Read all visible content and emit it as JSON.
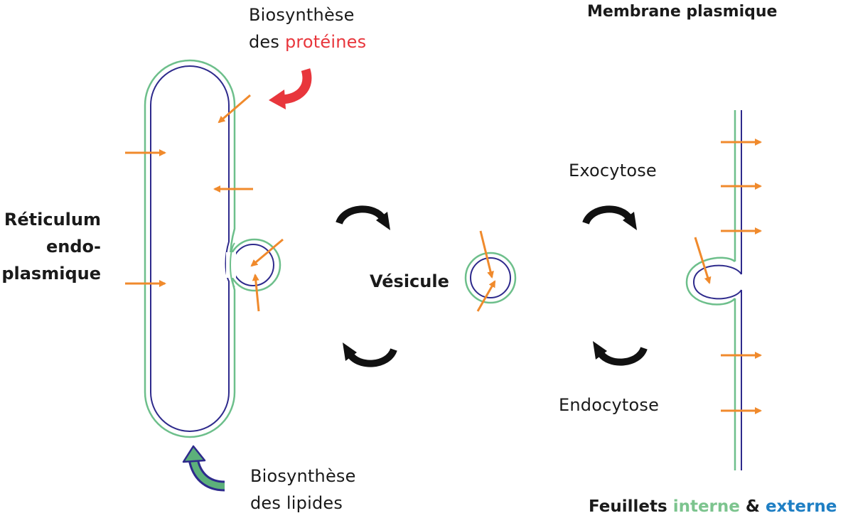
{
  "labels": {
    "protein_line1": "Biosynthèse",
    "protein_line2_prefix": "des ",
    "protein_line2_colored": "protéines",
    "lipid_line1": "Biosynthèse",
    "lipid_line2": "des lipides",
    "membrane_title": "Membrane plasmique",
    "reticulum_line1": "Réticulum",
    "reticulum_line2": "endo-",
    "reticulum_line3": "plasmique",
    "vesicle": "Vésicule",
    "exocytose": "Exocytose",
    "endocytose": "Endocytose",
    "legend_prefix": "Feuillets ",
    "legend_inner": "interne",
    "legend_amp": " & ",
    "legend_outer": "externe"
  },
  "colors": {
    "inner_leaflet": "#6dbf8b",
    "outer_leaflet": "#2e2a8c",
    "protein_arrow": "#f08a2c",
    "protein_synthesis": "#e8363c",
    "lipid_synthesis_fill": "#5cb07a",
    "lipid_synthesis_stroke": "#2e2a8c",
    "flow_arrow": "#111111",
    "legend_inner_text": "#7cc48e",
    "legend_outer_text": "#1f7fc4",
    "protein_word": "#e8363c"
  },
  "icons": {
    "protein_synthesis": "curved-arrow-red",
    "lipid_synthesis": "curved-arrow-green",
    "transport": "curved-arrow-black"
  }
}
